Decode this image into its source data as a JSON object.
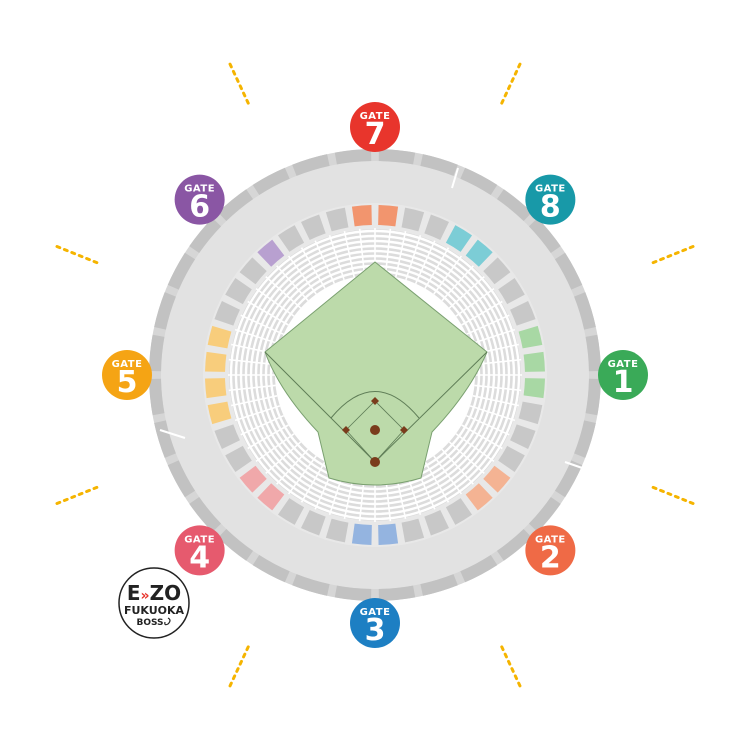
{
  "gates": [
    {
      "label": "GATE",
      "number": "1",
      "color": "#3aaa58"
    },
    {
      "label": "GATE",
      "number": "2",
      "color": "#ef6a46"
    },
    {
      "label": "GATE",
      "number": "3",
      "color": "#1d7fc3"
    },
    {
      "label": "GATE",
      "number": "4",
      "color": "#e65a6e"
    },
    {
      "label": "GATE",
      "number": "5",
      "color": "#f5a414"
    },
    {
      "label": "GATE",
      "number": "6",
      "color": "#8a56a4"
    },
    {
      "label": "GATE",
      "number": "7",
      "color": "#e8352c"
    },
    {
      "label": "GATE",
      "number": "8",
      "color": "#1899a8"
    }
  ],
  "logo": {
    "line1": "E",
    "line1_mark": "»",
    "line1_end": "ZO",
    "line2": "FUKUOKA",
    "line3": "BOSS"
  },
  "section_colors": {
    "gate1": "#a8d8a4",
    "gate2": "#f4b393",
    "gate3": "#94b4e0",
    "gate4": "#f0a8aa",
    "gate5": "#f8cd7c",
    "gate6": "#b8a0d0",
    "gate7": "#f2956e",
    "gate8": "#7ccdd6",
    "default": "#c8c8c8"
  },
  "field_color": "#bcdaaa",
  "sun_ray_color": "#f5b400"
}
